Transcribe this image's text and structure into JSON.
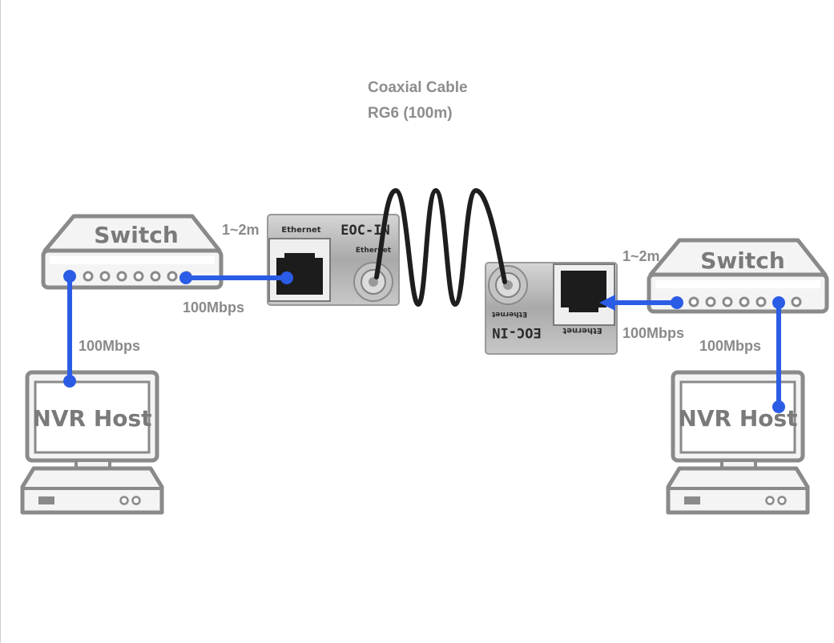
{
  "cable": {
    "title": "Coaxial Cable",
    "spec": "RG6 (100m)"
  },
  "left": {
    "switch_label": "Switch",
    "host_label": "NVR Host",
    "distance": "1~2m",
    "switch_to_eoc_speed": "100Mbps",
    "host_to_switch_speed": "100Mbps",
    "eoc": {
      "model": "EOC-IN",
      "port_label": "Ethernet",
      "coax_label": "Ethernet"
    }
  },
  "right": {
    "switch_label": "Switch",
    "host_label": "NVR Host",
    "distance": "1~2m",
    "switch_to_eoc_speed": "100Mbps",
    "host_to_switch_speed": "100Mbps",
    "eoc": {
      "model": "EOC-IN",
      "port_label": "Ethernet",
      "coax_label": "Ethernet"
    }
  },
  "colors": {
    "link": "#2b5ce6",
    "device_stroke": "#8a8a8a",
    "device_fill": "#f2f2f2",
    "label": "#8a8a8a",
    "coax": "#1e1e1e",
    "eoc_body": "#b9b9b9"
  }
}
